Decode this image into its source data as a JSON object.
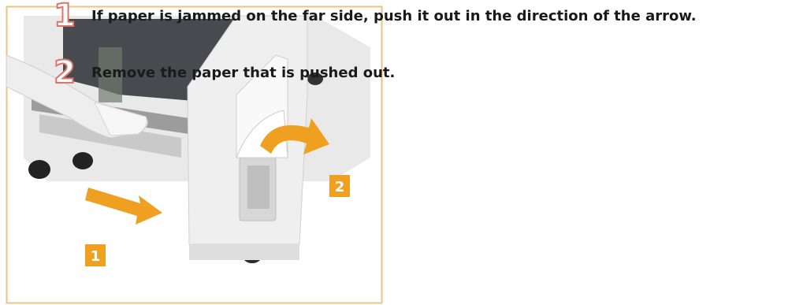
{
  "steps": [
    {
      "number": "1",
      "text": "If paper is jammed on the far side, push it out in the direction of the arrow."
    },
    {
      "number": "2",
      "text": "Remove the paper that is pushed out."
    }
  ],
  "callouts": [
    {
      "label": "1"
    },
    {
      "label": "2"
    }
  ],
  "colors": {
    "frame": "#f1c27d",
    "callout": "#f0a020",
    "step_number_outline": "#d9756a"
  }
}
